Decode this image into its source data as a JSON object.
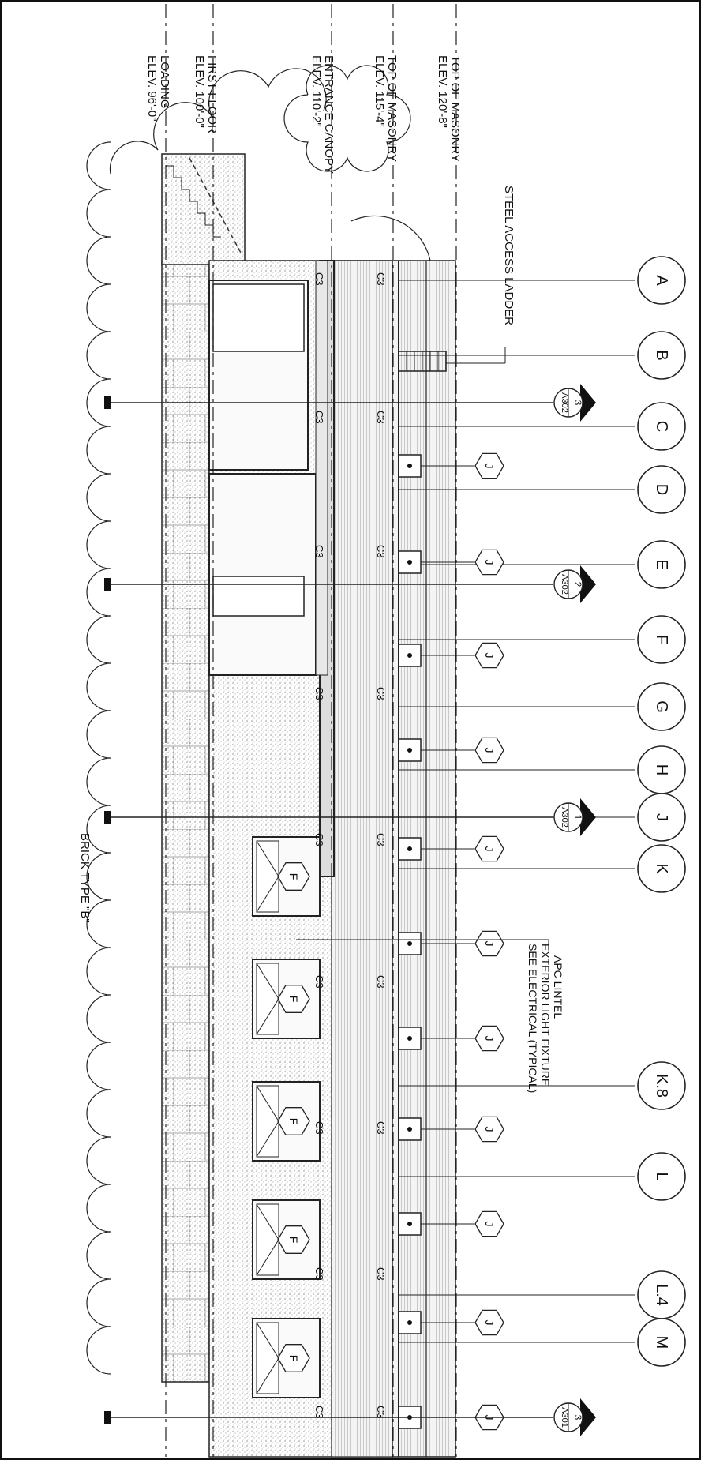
{
  "drawing": {
    "elevations": [
      {
        "id": "top-masonry-upper",
        "line1": "TOP OF MASONRY",
        "line2": "ELEV. 120'-8\""
      },
      {
        "id": "top-masonry-lower",
        "line1": "TOP OF MASONRY",
        "line2": "ELEV. 115'-4\""
      },
      {
        "id": "entrance-canopy",
        "line1": "ENTRANCE CANOPY",
        "line2": "ELEV. 110'-2\""
      },
      {
        "id": "first-floor",
        "line1": "FIRST FLOOR",
        "line2": "ELEV. 100'-0\""
      },
      {
        "id": "loading",
        "line1": "LOADING",
        "line2": "ELEV. 96'-0\""
      }
    ],
    "gridlines": [
      "A",
      "B",
      "C",
      "D",
      "E",
      "F",
      "G",
      "H",
      "J",
      "K",
      "K.8",
      "L",
      "L.4",
      "M"
    ],
    "section_markers": [
      {
        "num": "3",
        "sheet": "A302"
      },
      {
        "num": "2",
        "sheet": "A302"
      },
      {
        "num": "1",
        "sheet": "A302"
      },
      {
        "num": "3",
        "sheet": "A301"
      }
    ],
    "notes": {
      "steel_ladder": "STEEL ACCESS LADDER",
      "apc_lintel": "APC LINTEL",
      "light_fixture": "EXTERIOR LIGHT FIXTURE",
      "see_electrical": "SEE ELECTRICAL (TYPICAL)",
      "brick_type": "BRICK TYPE \"B\""
    },
    "tags": {
      "light": "J",
      "window": "F",
      "masonry": "C3"
    }
  }
}
